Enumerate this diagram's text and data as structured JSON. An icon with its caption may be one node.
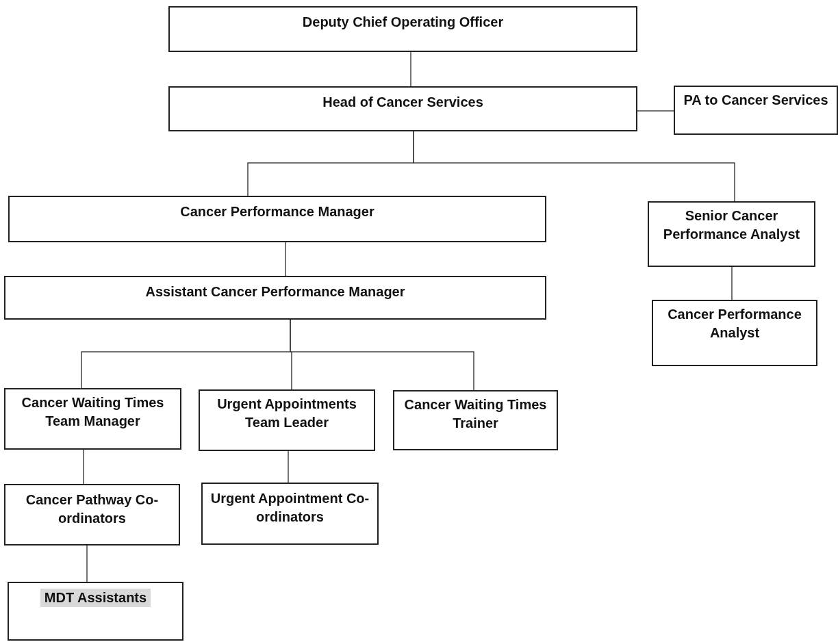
{
  "diagram": {
    "nodes": [
      {
        "text": [
          "Deputy Chief Operating Officer"
        ]
      },
      {
        "text": [
          "Head of Cancer Services"
        ]
      },
      {
        "text": [
          "PA to Cancer Services"
        ]
      },
      {
        "text": [
          "Cancer Performance Manager"
        ]
      },
      {
        "text": [
          "Senior Cancer Performance Analyst"
        ]
      },
      {
        "text": [
          "Assistant Cancer Performance Manager"
        ]
      },
      {
        "text": [
          "Cancer Performance Analyst"
        ]
      },
      {
        "text": [
          "Cancer Waiting Times Team Manager"
        ]
      },
      {
        "text": [
          "Urgent Appointments Team Leader"
        ]
      },
      {
        "text": [
          "Cancer Waiting Times Trainer"
        ]
      },
      {
        "text": [
          "Cancer Pathway Co-ordinators"
        ]
      },
      {
        "text": [
          "Urgent Appointment Co-ordinators"
        ]
      },
      {
        "text": [
          "MDT Assistants"
        ]
      }
    ],
    "edges": [
      {
        "from": 0,
        "to": 1,
        "arrow": "none"
      },
      {
        "from": 1,
        "to": 2,
        "arrow": "none"
      },
      {
        "from": 1,
        "to": 3,
        "arrow": "none"
      },
      {
        "from": 1,
        "to": 4,
        "arrow": "none"
      },
      {
        "from": 3,
        "to": 5,
        "arrow": "none"
      },
      {
        "from": 4,
        "to": 6,
        "arrow": "none"
      },
      {
        "from": 5,
        "to": 7,
        "arrow": "none"
      },
      {
        "from": 5,
        "to": 8,
        "arrow": "none"
      },
      {
        "from": 5,
        "to": 9,
        "arrow": "none"
      },
      {
        "from": 7,
        "to": 10,
        "arrow": "none"
      },
      {
        "from": 8,
        "to": 11,
        "arrow": "none"
      },
      {
        "from": 10,
        "to": 12,
        "arrow": "none"
      }
    ]
  }
}
